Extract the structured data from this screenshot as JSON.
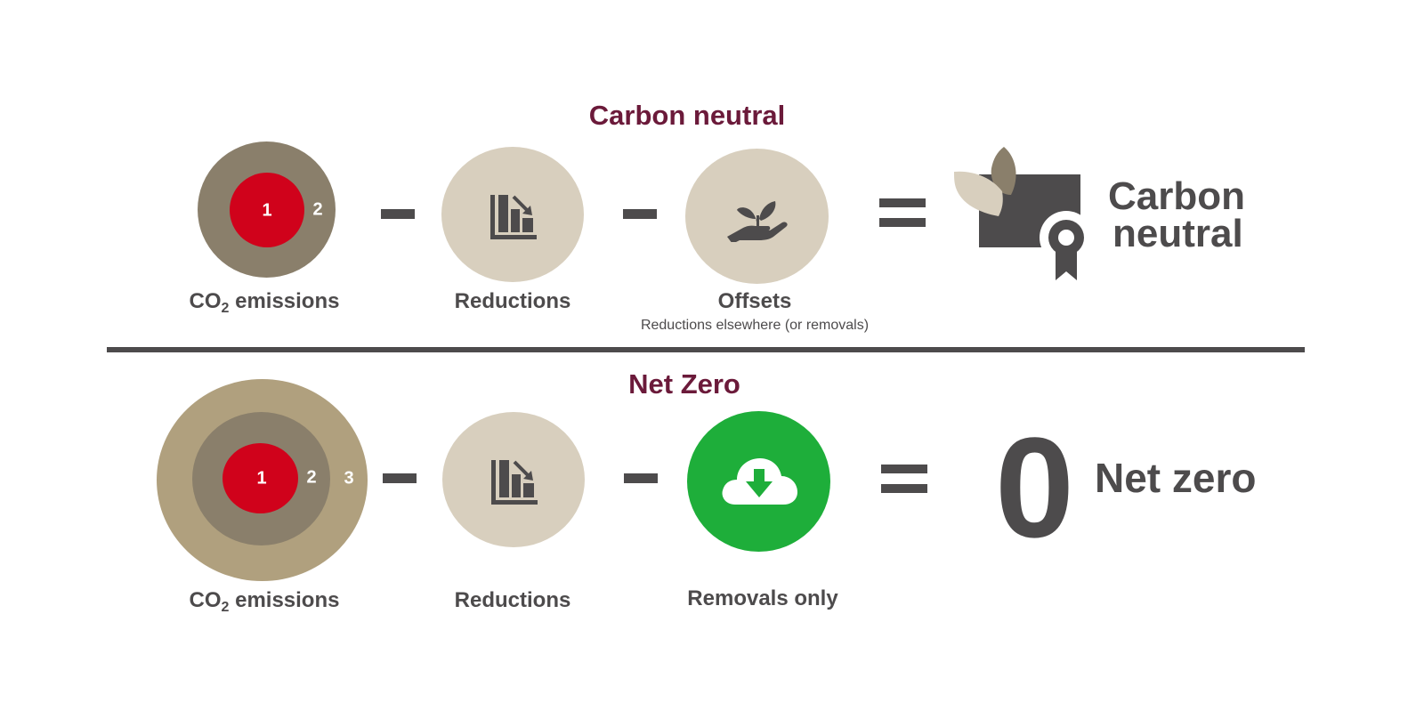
{
  "colors": {
    "title": "#6b1a3a",
    "text": "#4d4b4c",
    "scope1_red": "#d0021b",
    "scope2_taupe": "#8a7f6b",
    "scope3_tan": "#b0a07e",
    "light_beige": "#d8cfbe",
    "removal_green": "#1eae3a"
  },
  "carbon_neutral": {
    "title": "Carbon neutral",
    "emissions": {
      "label_prefix": "CO",
      "label_sub": "2",
      "label_suffix": " emissions",
      "scopes": [
        "1",
        "2"
      ]
    },
    "operator1": "minus",
    "reductions": {
      "label": "Reductions",
      "icon": "chart-decline-icon"
    },
    "operator2": "minus",
    "offsets": {
      "label": "Offsets",
      "sublabel": "Reductions elsewhere (or removals)",
      "icon": "hand-plant-icon"
    },
    "operator3": "equals",
    "result": {
      "line1": "Carbon",
      "line2": "neutral",
      "icon": "certificate-leaf-icon"
    }
  },
  "net_zero": {
    "title": "Net Zero",
    "emissions": {
      "label_prefix": "CO",
      "label_sub": "2",
      "label_suffix": " emissions",
      "scopes": [
        "1",
        "2",
        "3"
      ]
    },
    "operator1": "minus",
    "reductions": {
      "label": "Reductions",
      "icon": "chart-decline-icon"
    },
    "operator2": "minus",
    "removals": {
      "label": "Removals only",
      "icon": "cloud-download-icon"
    },
    "operator3": "equals",
    "result": {
      "value": "0",
      "label": "Net zero"
    }
  }
}
